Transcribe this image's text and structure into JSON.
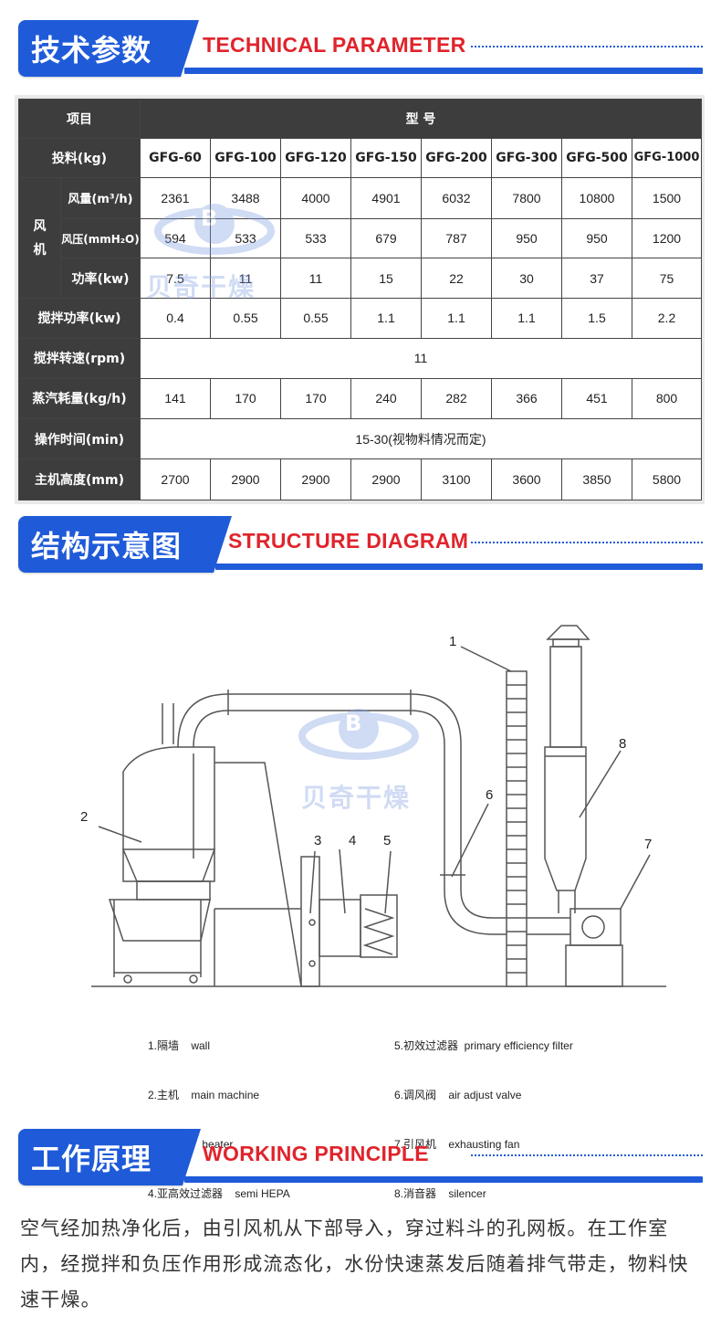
{
  "sections": {
    "tech": {
      "cn": "技术参数",
      "en": "TECHNICAL PARAMETER"
    },
    "structure": {
      "cn": "结构示意图",
      "en": "STRUCTURE DIAGRAM"
    },
    "working": {
      "cn": "工作原理",
      "en": "WORKING PRINCIPLE"
    }
  },
  "table": {
    "header": {
      "item": "项目",
      "model": "型 号"
    },
    "load_label": "投料(kg)",
    "models": [
      "GFG-60",
      "GFG-100",
      "GFG-120",
      "GFG-150",
      "GFG-200",
      "GFG-300",
      "GFG-500",
      "GFG-1000"
    ],
    "fan_group": "风机",
    "fan_group_chars": [
      "风",
      "机"
    ],
    "rows": {
      "air_volume": {
        "label": "风量(m³/h)",
        "values": [
          "2361",
          "3488",
          "4000",
          "4901",
          "6032",
          "7800",
          "10800",
          "1500"
        ]
      },
      "air_pressure": {
        "label": "风压(mmH₂O)",
        "values": [
          "594",
          "533",
          "533",
          "679",
          "787",
          "950",
          "950",
          "1200"
        ]
      },
      "power": {
        "label": "功率(kw)",
        "values": [
          "7.5",
          "11",
          "11",
          "15",
          "22",
          "30",
          "37",
          "75"
        ]
      },
      "stir_power": {
        "label": "搅拌功率(kw)",
        "values": [
          "0.4",
          "0.55",
          "0.55",
          "1.1",
          "1.1",
          "1.1",
          "1.5",
          "2.2"
        ]
      },
      "stir_speed": {
        "label": "搅拌转速(rpm)",
        "value": "11"
      },
      "steam": {
        "label": "蒸汽耗量(kg/h)",
        "values": [
          "141",
          "170",
          "170",
          "240",
          "282",
          "366",
          "451",
          "800"
        ]
      },
      "op_time": {
        "label": "操作时间(min)",
        "value": "15-30(视物料情况而定)"
      },
      "height": {
        "label": "主机高度(mm)",
        "values": [
          "2700",
          "2900",
          "2900",
          "2900",
          "3100",
          "3600",
          "3850",
          "5800"
        ]
      }
    }
  },
  "watermark": {
    "letter": "B",
    "text": "贝奇干燥"
  },
  "diagram": {
    "numbers": [
      "1",
      "2",
      "3",
      "4",
      "5",
      "6",
      "7",
      "8"
    ],
    "legend_left": [
      "1.隔墙    wall",
      "2.主机    main machine",
      "3.加热器    heater",
      "4.亚高效过滤器    semi HEPA"
    ],
    "legend_right": [
      "5.初效过滤器  primary efficiency filter",
      "6.调风阀    air adjust valve",
      "7.引风机    exhausting fan",
      "8.消音器    silencer"
    ]
  },
  "principle": "空气经加热净化后，由引风机从下部导入，穿过料斗的孔网板。在工作室内，经搅拌和负压作用形成流态化，水份快速蒸发后随着排气带走，物料快速干燥。",
  "colors": {
    "brand_blue": "#1f5bd8",
    "accent_red": "#e0242c",
    "header_dark": "#3d3d3d"
  }
}
